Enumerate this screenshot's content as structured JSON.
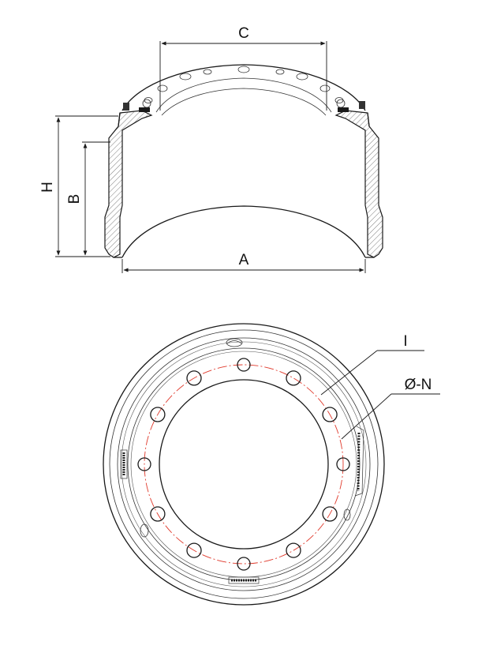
{
  "labels": {
    "A": "A",
    "B": "B",
    "C": "C",
    "H": "H",
    "I": "I",
    "N": "Ø-N"
  },
  "colors": {
    "line": "#1a1a1a",
    "centerline": "#e0392b",
    "background": "#ffffff"
  },
  "top_view": {
    "bolt_hole_count": 12
  }
}
